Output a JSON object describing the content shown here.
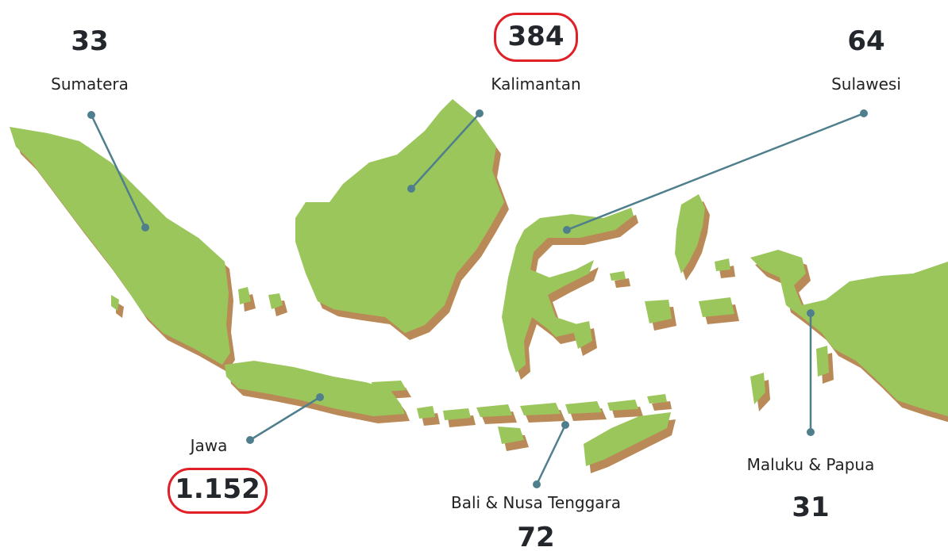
{
  "colors": {
    "land": "#9bc65b",
    "land_shadow": "#b98a57",
    "leader_line": "#4f7f8d",
    "highlight": "#e01f26",
    "text": "#23262b"
  },
  "regions": [
    {
      "id": "sumatera",
      "name": "Sumatera",
      "value": "33",
      "highlighted": false
    },
    {
      "id": "kalimantan",
      "name": "Kalimantan",
      "value": "384",
      "highlighted": true
    },
    {
      "id": "sulawesi",
      "name": "Sulawesi",
      "value": "64",
      "highlighted": false
    },
    {
      "id": "jawa",
      "name": "Jawa",
      "value": "1.152",
      "highlighted": true
    },
    {
      "id": "bali",
      "name": "Bali & Nusa Tenggara",
      "value": "72",
      "highlighted": false
    },
    {
      "id": "maluku",
      "name": "Maluku & Papua",
      "value": "31",
      "highlighted": false
    }
  ]
}
